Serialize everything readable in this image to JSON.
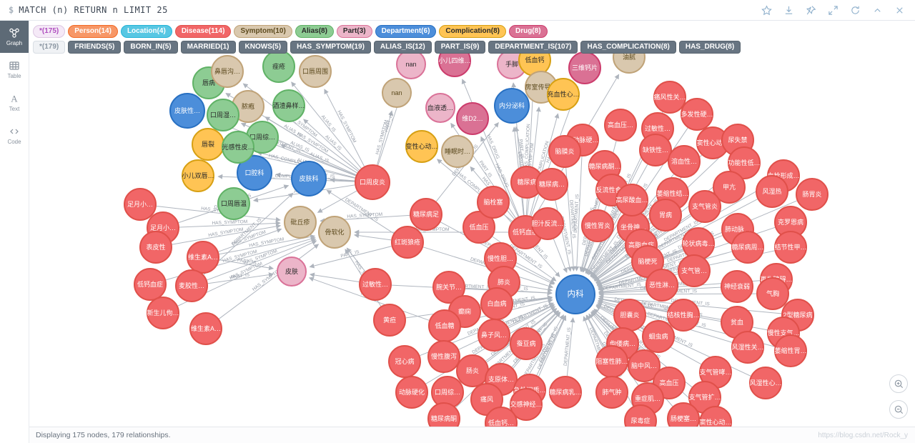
{
  "topbar": {
    "prompt": "$",
    "query": "MATCH (n) RETURN n LIMIT 25",
    "icons": [
      "favorite-star-icon",
      "download-icon",
      "pin-icon",
      "fullscreen-icon",
      "refresh-icon",
      "collapse-icon",
      "close-icon"
    ]
  },
  "sidebar": {
    "items": [
      {
        "label": "Graph",
        "active": true
      },
      {
        "label": "Table",
        "active": false
      },
      {
        "label": "Text",
        "active": false,
        "glyph": "A"
      },
      {
        "label": "Code",
        "active": false
      }
    ]
  },
  "legend": {
    "node_pills": [
      {
        "label": "*(175)",
        "type": "Star"
      },
      {
        "label": "Person(14)",
        "type": "Person"
      },
      {
        "label": "Location(4)",
        "type": "Location"
      },
      {
        "label": "Disease(114)",
        "type": "Disease"
      },
      {
        "label": "Symptom(10)",
        "type": "Symptom"
      },
      {
        "label": "Alias(8)",
        "type": "Alias"
      },
      {
        "label": "Part(3)",
        "type": "Part"
      },
      {
        "label": "Department(6)",
        "type": "Department"
      },
      {
        "label": "Complication(8)",
        "type": "Complication"
      },
      {
        "label": "Drug(8)",
        "type": "Drug"
      }
    ],
    "rel_pills": [
      {
        "label": "*(179)",
        "style": "light"
      },
      {
        "label": "FRIENDS(5)"
      },
      {
        "label": "BORN_IN(5)"
      },
      {
        "label": "MARRIED(1)"
      },
      {
        "label": "KNOWS(5)"
      },
      {
        "label": "HAS_SYMPTOM(19)"
      },
      {
        "label": "ALIAS_IS(12)"
      },
      {
        "label": "PART_IS(9)"
      },
      {
        "label": "DEPARTMENT_IS(107)"
      },
      {
        "label": "HAS_COMPLICATION(8)"
      },
      {
        "label": "HAS_DRUG(8)"
      }
    ]
  },
  "graph": {
    "colors": {
      "Star": "#F5E9F7",
      "Person": "#F79767",
      "Location": "#57C7E3",
      "Disease": "#F16667",
      "Symptom": "#D9C8AE",
      "Alias": "#8DCC93",
      "Part": "#ECB5C9",
      "Department": "#4C8EDA",
      "Complication": "#FFC454",
      "Drug": "#DA7194"
    },
    "borders": {
      "Star": "#DCC7E2",
      "Person": "#F36924",
      "Location": "#23B3D7",
      "Disease": "#E0504A",
      "Symptom": "#C0A378",
      "Alias": "#60B266",
      "Part": "#DA7298",
      "Department": "#2870C2",
      "Complication": "#D7A013",
      "Drug": "#CC3C6C"
    },
    "texts": {
      "Star": "#AF4FBF",
      "Person": "#FFFFFF",
      "Location": "#FFFFFF",
      "Disease": "#FFFFFF",
      "Symptom": "#5C4A1E",
      "Alias": "#2A2A2A",
      "Part": "#2A2A2A",
      "Department": "#FFFFFF",
      "Complication": "#2A2A2A",
      "Drug": "#FFFFFF"
    },
    "nodes": [
      [
        "内科",
        "Department",
        805,
        412,
        27
      ],
      [
        "口腔科",
        "Department",
        356,
        242,
        24
      ],
      [
        "皮肤科",
        "Department",
        432,
        250,
        24
      ],
      [
        "内分泌科",
        "Department",
        716,
        148,
        24
      ],
      [
        "皮肤性…",
        "Department",
        262,
        155,
        24
      ],
      [
        "口周皮炎",
        "Disease",
        521,
        255,
        24
      ],
      [
        "唇病",
        "Alias",
        292,
        116,
        22
      ],
      [
        "鼻唇沟…",
        "Symptom",
        318,
        100,
        22
      ],
      [
        "痤疮",
        "Alias",
        390,
        93,
        22
      ],
      [
        "口唇周围",
        "Symptom",
        441,
        100,
        22
      ],
      [
        "脓疱",
        "Symptom",
        347,
        149,
        22
      ],
      [
        "酒渣鼻样…",
        "Alias",
        404,
        148,
        22
      ],
      [
        "口周湿…",
        "Alias",
        312,
        161,
        22
      ],
      [
        "口周综…",
        "Alias",
        367,
        192,
        22
      ],
      [
        "唇裂",
        "Complication",
        291,
        202,
        22
      ],
      [
        "光感性皮…",
        "Alias",
        333,
        206,
        22
      ],
      [
        "小儿双唇…",
        "Complication",
        277,
        246,
        22
      ],
      [
        "口周唇温",
        "Alias",
        327,
        285,
        22
      ],
      [
        "足月小…",
        "Disease",
        196,
        286,
        22
      ],
      [
        "足月小…",
        "Disease",
        228,
        319,
        22
      ],
      [
        "表皮性",
        "Disease",
        218,
        346,
        22
      ],
      [
        "维生素A…",
        "Disease",
        284,
        360,
        22
      ],
      [
        "低钙血症",
        "Disease",
        210,
        398,
        22
      ],
      [
        "麦胶性…",
        "Disease",
        268,
        400,
        22
      ],
      [
        "新生儿佝…",
        "Disease",
        228,
        438,
        22
      ],
      [
        "维生素A…",
        "Disease",
        288,
        460,
        22
      ],
      [
        "砒丘疹",
        "Symptom",
        420,
        311,
        22
      ],
      [
        "骨软化",
        "Symptom",
        468,
        325,
        22
      ],
      [
        "皮肤",
        "Part",
        408,
        380,
        20
      ],
      [
        "红斑狼疮",
        "Disease",
        570,
        339,
        22
      ],
      [
        "糖尿病足",
        "Disease",
        596,
        300,
        22
      ],
      [
        "低血压",
        "Disease",
        670,
        318,
        22
      ],
      [
        "低钙血症",
        "Disease",
        735,
        325,
        23
      ],
      [
        "慢性胆…",
        "Disease",
        700,
        362,
        22
      ],
      [
        "过敏性…",
        "Disease",
        525,
        398,
        22
      ],
      [
        "黄疸",
        "Disease",
        545,
        448,
        22
      ],
      [
        "腕关节…",
        "Disease",
        628,
        402,
        22
      ],
      [
        "肺炎",
        "Disease",
        705,
        395,
        22
      ],
      [
        "白血病",
        "Disease",
        695,
        425,
        22
      ],
      [
        "癫痫",
        "Disease",
        650,
        436,
        22
      ],
      [
        "低血糖",
        "Disease",
        622,
        456,
        22
      ],
      [
        "nan",
        "Part",
        575,
        90,
        20
      ],
      [
        "小儿四维…",
        "Drug",
        636,
        85,
        22
      ],
      [
        "手脚",
        "Part",
        716,
        90,
        20
      ],
      [
        "低血钙",
        "Complication",
        748,
        84,
        22
      ],
      [
        "三维钙片",
        "Drug",
        818,
        95,
        22
      ],
      [
        "油腻",
        "Symptom",
        880,
        80,
        22
      ],
      [
        "nan",
        "Symptom",
        555,
        130,
        20
      ],
      [
        "血液透…",
        "Part",
        616,
        151,
        20
      ],
      [
        "维D2…",
        "Drug",
        661,
        166,
        22
      ],
      [
        "房室传导…",
        "Symptom",
        757,
        122,
        22
      ],
      [
        "充血性心…",
        "Complication",
        788,
        132,
        22
      ],
      [
        "变性心动…",
        "Complication",
        590,
        205,
        22
      ],
      [
        "睡眠时…",
        "Symptom",
        640,
        212,
        22
      ],
      [
        "脑栓塞",
        "Disease",
        690,
        283,
        22
      ],
      [
        "糖尿病",
        "Disease",
        737,
        255,
        22
      ],
      [
        "胆汁反流…",
        "Disease",
        766,
        313,
        22
      ],
      [
        "慢性胃炎",
        "Disease",
        836,
        316,
        22
      ],
      [
        "坐骨神…",
        "Disease",
        886,
        318,
        22
      ],
      [
        "脑动脉硬…",
        "Disease",
        815,
        196,
        22
      ],
      [
        "高血压…",
        "Disease",
        868,
        175,
        22
      ],
      [
        "痛风性关…",
        "Disease",
        937,
        136,
        22
      ],
      [
        "多发性硬…",
        "Disease",
        975,
        160,
        22
      ],
      [
        "过敏性…",
        "Disease",
        920,
        180,
        22
      ],
      [
        "缺铁性…",
        "Disease",
        917,
        210,
        22
      ],
      [
        "窦性心动…",
        "Disease",
        997,
        200,
        22
      ],
      [
        "尿失禁",
        "Disease",
        1032,
        196,
        22
      ],
      [
        "溶血性…",
        "Disease",
        957,
        226,
        22
      ],
      [
        "功能性低…",
        "Disease",
        1041,
        228,
        22
      ],
      [
        "脑膜炎",
        "Disease",
        790,
        212,
        22
      ],
      [
        "糖尿病酮…",
        "Disease",
        846,
        233,
        22
      ],
      [
        "血栓形成…",
        "Disease",
        1096,
        246,
        22
      ],
      [
        "糖尿病…",
        "Disease",
        772,
        258,
        22
      ],
      [
        "反流性食…",
        "Disease",
        856,
        266,
        22
      ],
      [
        "高尿酸血…",
        "Disease",
        884,
        280,
        22
      ],
      [
        "萎缩性结…",
        "Disease",
        941,
        271,
        22
      ],
      [
        "甲亢",
        "Disease",
        1020,
        262,
        22
      ],
      [
        "风湿热",
        "Disease",
        1080,
        268,
        22
      ],
      [
        "肠胃炎",
        "Disease",
        1136,
        272,
        22
      ],
      [
        "支气管炎",
        "Disease",
        986,
        289,
        22
      ],
      [
        "胃病",
        "Disease",
        931,
        301,
        22
      ],
      [
        "克罗恩病",
        "Disease",
        1106,
        311,
        22
      ],
      [
        "肺动脉…",
        "Disease",
        1032,
        321,
        22
      ],
      [
        "高脂血症",
        "Disease",
        897,
        343,
        22
      ],
      [
        "轮状病毒…",
        "Disease",
        977,
        341,
        22
      ],
      [
        "糖尿病周…",
        "Disease",
        1046,
        346,
        22
      ],
      [
        "结节性甲…",
        "Disease",
        1106,
        346,
        22
      ],
      [
        "脑梗死",
        "Disease",
        906,
        366,
        22
      ],
      [
        "支气管…",
        "Disease",
        971,
        379,
        22
      ],
      [
        "再生障碍…",
        "Disease",
        1086,
        391,
        22
      ],
      [
        "恶性淋…",
        "Disease",
        926,
        399,
        22
      ],
      [
        "神经衰弱",
        "Disease",
        1031,
        401,
        22
      ],
      [
        "气胸",
        "Disease",
        1081,
        411,
        22
      ],
      [
        "结核性胸…",
        "Disease",
        956,
        441,
        22
      ],
      [
        "2型糖尿病",
        "Disease",
        1116,
        441,
        22
      ],
      [
        "胆囊炎",
        "Disease",
        881,
        441,
        22
      ],
      [
        "贫血",
        "Disease",
        1031,
        451,
        22
      ],
      [
        "慢性支气…",
        "Disease",
        1096,
        466,
        22
      ],
      [
        "蛔虫病",
        "Disease",
        921,
        471,
        22
      ],
      [
        "佝偻病…",
        "Disease",
        871,
        481,
        22
      ],
      [
        "风湿性关…",
        "Disease",
        1046,
        486,
        22
      ],
      [
        "萎缩性胃…",
        "Disease",
        1106,
        491,
        22
      ],
      [
        "阻塞性肺…",
        "Disease",
        856,
        506,
        22
      ],
      [
        "脑中风…",
        "Disease",
        901,
        512,
        22
      ],
      [
        "支气管哮…",
        "Disease",
        1001,
        521,
        22
      ],
      [
        "风湿性心…",
        "Disease",
        1071,
        536,
        22
      ],
      [
        "高血压",
        "Disease",
        936,
        536,
        22
      ],
      [
        "支气管扩…",
        "Disease",
        986,
        556,
        22
      ],
      [
        "重症肌…",
        "Disease",
        906,
        558,
        22
      ],
      [
        "肺气肿",
        "Disease",
        856,
        549,
        22
      ],
      [
        "肠梗塞…",
        "Disease",
        956,
        586,
        22
      ],
      [
        "窦性心动…",
        "Disease",
        1001,
        591,
        22
      ],
      [
        "尿毒症",
        "Disease",
        896,
        589,
        22
      ],
      [
        "冠心病",
        "Disease",
        566,
        506,
        22
      ],
      [
        "慢性腹泻",
        "Disease",
        621,
        499,
        22
      ],
      [
        "肠炎",
        "Disease",
        661,
        519,
        22
      ],
      [
        "支原体…",
        "Disease",
        701,
        531,
        22
      ],
      [
        "急性间质…",
        "Disease",
        741,
        546,
        22
      ],
      [
        "糖尿病乳…",
        "Disease",
        791,
        549,
        22
      ],
      [
        "动脉硬化",
        "Disease",
        576,
        549,
        22
      ],
      [
        "口周综…",
        "Disease",
        626,
        549,
        22
      ],
      [
        "痛风",
        "Disease",
        681,
        559,
        22
      ],
      [
        "交感神经…",
        "Disease",
        736,
        566,
        22
      ],
      [
        "糖尿病酮",
        "Disease",
        621,
        586,
        22
      ],
      [
        "低血钙…",
        "Disease",
        701,
        592,
        22
      ],
      [
        "蚕豆病",
        "Disease",
        736,
        481,
        22
      ],
      [
        "鼻子风…",
        "Disease",
        691,
        469,
        22
      ]
    ],
    "edges": [
      [
        5,
        1,
        "DEPARTMENT_IS"
      ],
      [
        5,
        2,
        "DEPARTMENT_IS"
      ],
      [
        5,
        4,
        "DEPARTMENT_IS"
      ],
      [
        5,
        6,
        "ALIAS_IS"
      ],
      [
        5,
        8,
        "ALIAS_IS"
      ],
      [
        5,
        11,
        "ALIAS_IS"
      ],
      [
        5,
        12,
        "ALIAS_IS"
      ],
      [
        5,
        13,
        "ALIAS_IS"
      ],
      [
        5,
        15,
        "ALIAS_IS"
      ],
      [
        5,
        17,
        "ALIAS_IS"
      ],
      [
        5,
        7,
        "HAS_SYMPTOM"
      ],
      [
        5,
        9,
        "HAS_SYMPTOM"
      ],
      [
        5,
        10,
        "HAS_SYMPTOM"
      ],
      [
        5,
        47,
        "HAS_SYMPTOM"
      ],
      [
        5,
        26,
        "HAS_SYMPTOM"
      ],
      [
        5,
        14,
        "HAS_COMPLICATION"
      ],
      [
        5,
        16,
        "HAS_COMPLICATION"
      ],
      [
        5,
        41,
        "PART_IS"
      ],
      [
        18,
        26,
        "HAS_SYMPTOM"
      ],
      [
        19,
        26,
        "HAS_SYMPTOM"
      ],
      [
        20,
        26,
        "HAS_SYMPTOM"
      ],
      [
        21,
        26,
        "HAS_SYMPTOM"
      ],
      [
        22,
        27,
        "HAS_SYMPTOM"
      ],
      [
        23,
        27,
        "HAS_SYMPTOM"
      ],
      [
        24,
        27,
        "HAS_SYMPTOM"
      ],
      [
        25,
        27,
        "HAS_SYMPTOM"
      ],
      [
        21,
        27,
        "HAS_SYMPTOM"
      ],
      [
        19,
        2,
        "DEPARTMENT_IS"
      ],
      [
        23,
        2,
        "DEPARTMENT_IS"
      ],
      [
        29,
        2,
        "DEPARTMENT_IS"
      ],
      [
        21,
        28,
        "PART_IS"
      ],
      [
        23,
        28,
        "PART_IS"
      ],
      [
        34,
        28,
        "PART_IS"
      ],
      [
        29,
        28,
        "PART_IS"
      ],
      [
        40,
        28,
        "PART_IS"
      ],
      [
        29,
        27,
        "HAS_SYMPTOM"
      ],
      [
        30,
        26,
        "HAS_SYMPTOM"
      ],
      [
        34,
        27,
        "HAS_SYMPTOM"
      ],
      [
        35,
        27,
        "HAS_SYMPTOM"
      ],
      [
        32,
        27,
        "HAS_SYMPTOM"
      ],
      [
        32,
        3,
        "DEPARTMENT_IS"
      ],
      [
        30,
        3,
        "DEPARTMENT_IS"
      ],
      [
        55,
        3,
        "DEPARTMENT_IS"
      ],
      [
        32,
        44,
        "HAS_COMPLICATION"
      ],
      [
        32,
        51,
        "HAS_COMPLICATION"
      ],
      [
        32,
        52,
        "HAS_COMPLICATION"
      ],
      [
        32,
        42,
        "HAS_DRUG"
      ],
      [
        32,
        45,
        "HAS_DRUG"
      ],
      [
        32,
        49,
        "HAS_DRUG"
      ],
      [
        32,
        43,
        "PART_IS"
      ],
      [
        32,
        48,
        "PART_IS"
      ],
      [
        32,
        46,
        "HAS_SYMPTOM"
      ],
      [
        32,
        50,
        "HAS_SYMPTOM"
      ],
      [
        32,
        53,
        "HAS_SYMPTOM"
      ]
    ],
    "hub": {
      "to": 0,
      "label": "DEPARTMENT_IS",
      "from": [
        29,
        30,
        31,
        33,
        34,
        35,
        36,
        37,
        38,
        39,
        40,
        54,
        56,
        57,
        58,
        59,
        60,
        61,
        62,
        63,
        64,
        65,
        66,
        67,
        68,
        69,
        70,
        71,
        72,
        73,
        74,
        75,
        76,
        77,
        78,
        79,
        80,
        81,
        82,
        83,
        84,
        85,
        86,
        87,
        88,
        89,
        90,
        91,
        92,
        93,
        94,
        95,
        96,
        97,
        98,
        99,
        100,
        101,
        102,
        103,
        104,
        105,
        106,
        107,
        108,
        109,
        110,
        111,
        112,
        113,
        114,
        115,
        116,
        117,
        118,
        119,
        120,
        121,
        122,
        123,
        124,
        125,
        126
      ]
    }
  },
  "statusbar": {
    "text": "Displaying 175 nodes, 179 relationships."
  },
  "watermark": "https://blog.csdn.net/Rock_y",
  "zoom": {
    "icons": [
      "zoom-in-icon",
      "zoom-out-icon"
    ]
  }
}
